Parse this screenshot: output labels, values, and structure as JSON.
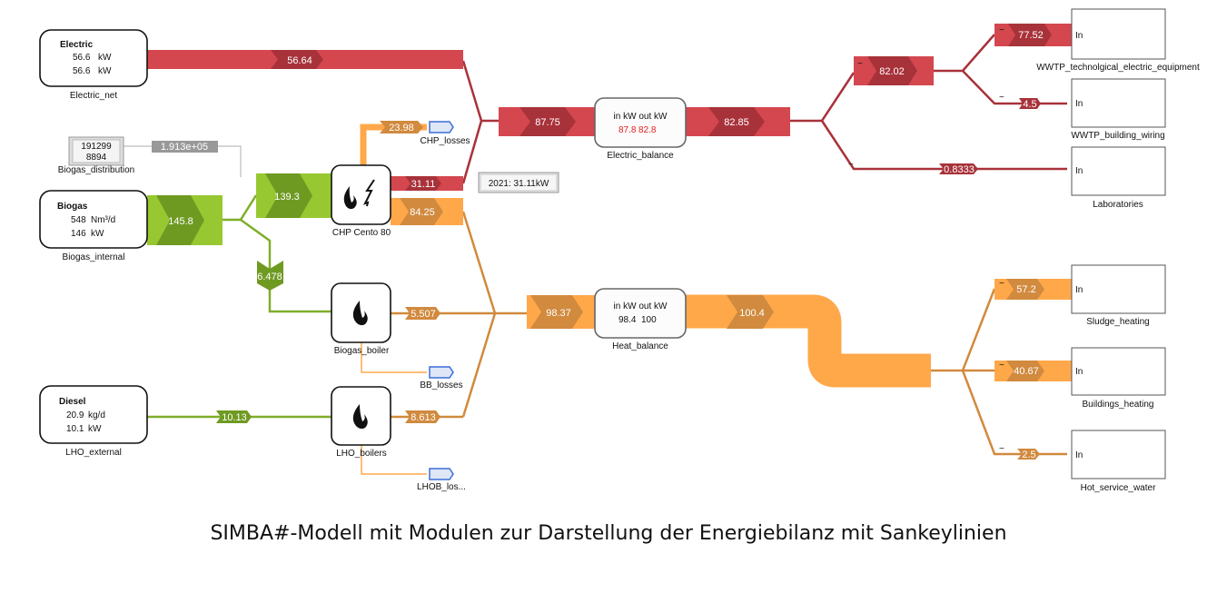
{
  "colors": {
    "electric": "#d4474f",
    "electric_dark": "#a8323a",
    "heat": "#ffa84a",
    "heat_dark": "#d18a3e",
    "biogas": "#97c832",
    "biogas_dark": "#6f9a22",
    "info": "#999999"
  },
  "sources": {
    "electric": {
      "title": "Electric",
      "v1": "56.6",
      "u1": "kW",
      "v2": "56.6",
      "u2": "kW",
      "name": "Electric_net"
    },
    "biogas": {
      "title": "Biogas",
      "v1": "548",
      "u1": "Nm³/d",
      "v2": "146",
      "u2": "kW",
      "name": "Biogas_internal"
    },
    "diesel": {
      "title": "Diesel",
      "v1": "20.9",
      "u1": "kg/d",
      "v2": "10.1",
      "u2": "kW",
      "name": "LHO_external"
    },
    "distribution": {
      "v1": "191299",
      "v2": "8894",
      "name": "Biogas_distribution"
    }
  },
  "units": {
    "chp": "CHP Cento 80",
    "biogas_boiler": "Biogas_boiler",
    "lho_boilers": "LHO_boilers"
  },
  "losses": {
    "chp": "CHP_losses",
    "bb": "BB_losses",
    "lhob": "LHOB_los..."
  },
  "balances": {
    "electric": {
      "hdr": "in kW  out kW",
      "in": "87.8",
      "out": "82.8",
      "name": "Electric_balance"
    },
    "heat": {
      "hdr": "in kW  out kW",
      "in": "98.4",
      "out": "100",
      "name": "Heat_balance"
    }
  },
  "annotation": "2021: 31.11kW",
  "flows": {
    "grid": "56.64",
    "dist": "1.913e+05",
    "biogas": "145.8",
    "chp_in": "139.3",
    "boiler_in": "6.478",
    "chp_loss": "23.98",
    "chp_el": "31.11",
    "chp_heat": "84.25",
    "el_in": "87.75",
    "el_out": "82.85",
    "el_split": "82.02",
    "tech": "77.52",
    "wiring": "4.5",
    "labs": "0.8333",
    "bb_heat": "5.507",
    "diesel": "10.13",
    "lho_heat": "8.613",
    "heat_in": "98.37",
    "heat_out": "100.4",
    "sludge": "57.2",
    "buildings": "40.67",
    "hot": "2.5"
  },
  "sinks": {
    "port": "In",
    "tilde": "~",
    "tech": "WWTP_technolgical_electric_equipment",
    "wiring": "WWTP_building_wiring",
    "labs": "Laboratories",
    "sludge": "Sludge_heating",
    "buildings": "Buildings_heating",
    "hot": "Hot_service_water"
  },
  "caption": "SIMBA#-Modell mit Modulen zur Darstellung der Energiebilanz mit Sankeylinien"
}
